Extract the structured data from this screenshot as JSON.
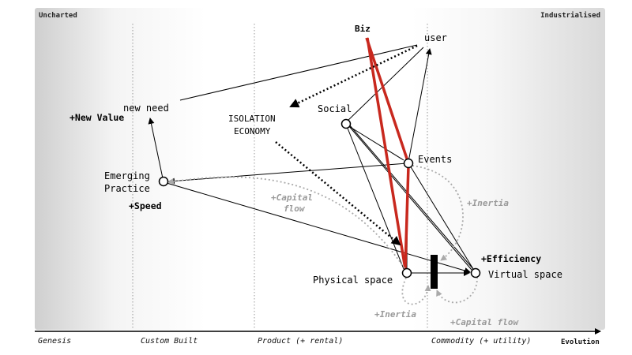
{
  "corners": {
    "left": "Uncharted",
    "right": "Industrialised"
  },
  "stages": [
    "Genesis",
    "Custom Built",
    "Product (+ rental)",
    "Commodity (+ utility)"
  ],
  "axis_label": "Evolution",
  "nodes": {
    "biz": "Biz",
    "user": "user",
    "new_need": "new need",
    "social": "Social",
    "events": "Events",
    "emerging_line1": "Emerging",
    "emerging_line2": "Practice",
    "isolation_line1": "ISOLATION",
    "isolation_line2": "ECONOMY",
    "physical_space": "Physical space",
    "virtual_space": "Virtual space"
  },
  "annotations": {
    "new_value": "+New Value",
    "speed": "+Speed",
    "efficiency": "+Efficiency",
    "capital_flow_1": "+Capital",
    "capital_flow_2": "flow",
    "inertia_top": "+Inertia",
    "inertia_bottom": "+Inertia",
    "capital_flow_bottom": "+Capital flow"
  },
  "colors": {
    "accent_red": "#c8281e",
    "grey": "#9a9a9a"
  }
}
